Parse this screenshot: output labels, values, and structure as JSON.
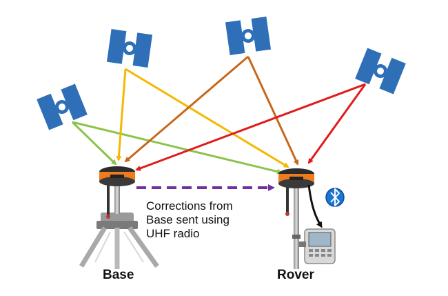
{
  "caption": {
    "line1": "Corrections from",
    "line2": "Base sent using",
    "line3": "UHF radio"
  },
  "stations": {
    "base": "Base",
    "rover": "Rover"
  },
  "colors": {
    "satellite": "#2e6fb7",
    "sat1_signal": "#8bc34a",
    "sat2_signal": "#f5b800",
    "sat3_signal": "#c8671a",
    "sat4_signal": "#e01b1b",
    "radio_link": "#7030a0",
    "receiver": "#f07b1f",
    "bluetooth": "#1976d2"
  },
  "icons": {
    "satellites": "satellite-icon",
    "receivers": "gnss-receiver-icon",
    "radio": "dashed-arrow",
    "bluetooth": "bluetooth-icon",
    "controller": "handheld-controller-icon",
    "tripod": "tripod-icon"
  }
}
